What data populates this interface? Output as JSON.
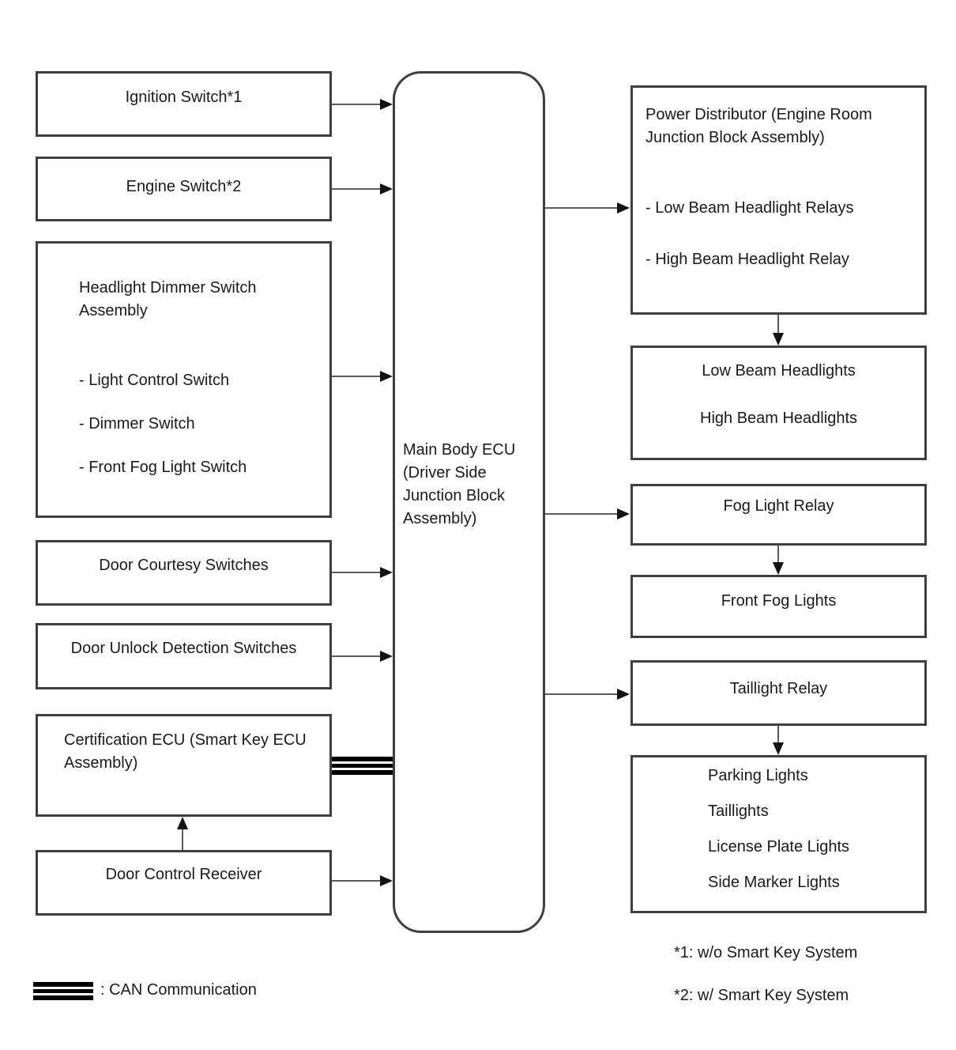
{
  "boxes": {
    "ignition_switch": {
      "label": "Ignition Switch*1"
    },
    "engine_switch": {
      "label": "Engine Switch*2"
    },
    "headlight_dimmer": {
      "title": "Headlight Dimmer Switch Assembly",
      "items": [
        "- Light Control Switch",
        "- Dimmer Switch",
        "- Front Fog Light Switch"
      ]
    },
    "door_courtesy_switches": {
      "label": "Door Courtesy Switches"
    },
    "door_unlock_detection_switches": {
      "label": "Door Unlock Detection Switches"
    },
    "certification_ecu": {
      "label": "Certification ECU (Smart Key ECU Assembly)"
    },
    "door_control_receiver": {
      "label": "Door Control Receiver"
    },
    "main_body_ecu": {
      "label": "Main Body ECU (Driver Side Junction Block Assembly)"
    },
    "power_distributor": {
      "title": "Power Distributor (Engine Room Junction Block Assembly)",
      "items": [
        "- Low Beam Headlight Relays",
        "- High Beam Headlight Relay"
      ]
    },
    "headlights": {
      "items": [
        "Low Beam Headlights",
        "High Beam Headlights"
      ]
    },
    "fog_light_relay": {
      "label": "Fog Light Relay"
    },
    "front_fog_lights": {
      "label": "Front Fog Lights"
    },
    "taillight_relay": {
      "label": "Taillight Relay"
    },
    "tail_lights_group": {
      "items": [
        "Parking Lights",
        "Taillights",
        "License Plate Lights",
        "Side Marker Lights"
      ]
    }
  },
  "legend": {
    "can_communication": ": CAN Communication",
    "footnote_1": "*1: w/o Smart Key System",
    "footnote_2": "*2: w/ Smart Key System"
  },
  "colors": {
    "background": "#ffffff",
    "box_border": "#3f3f3f",
    "connector_line": "#5c5c5c",
    "arrowhead": "#121212",
    "can_line": "#000000",
    "text": "#1a1a1a"
  }
}
